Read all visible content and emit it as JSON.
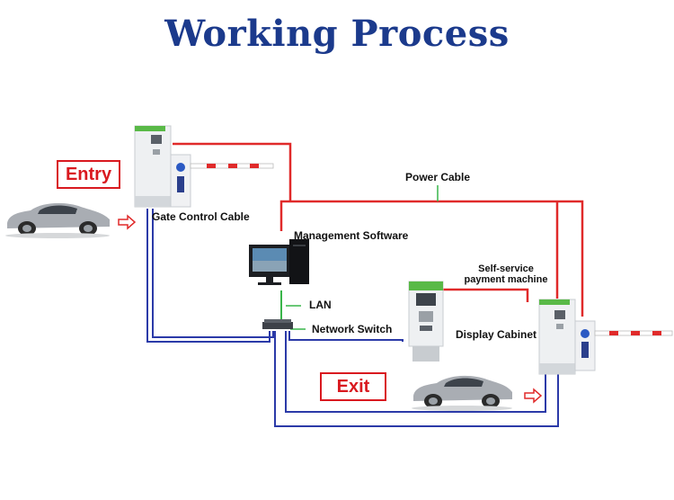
{
  "title": "Working Process",
  "labels": {
    "entry": "Entry",
    "exit": "Exit",
    "power_cable": "Power Cable",
    "gate_control_cable": "Gate Control Cable",
    "management_software": "Management Software",
    "self_service_line1": "Self-service",
    "self_service_line2": "payment machine",
    "lan": "LAN",
    "network_switch": "Network Switch",
    "display_cabinet": "Display Cabinet"
  },
  "colors": {
    "title": "#1b3a8c",
    "power_line": "#e02a2a",
    "data_line": "#2b3aa8",
    "lan_line": "#39b54a",
    "badge": "#d9191f"
  }
}
